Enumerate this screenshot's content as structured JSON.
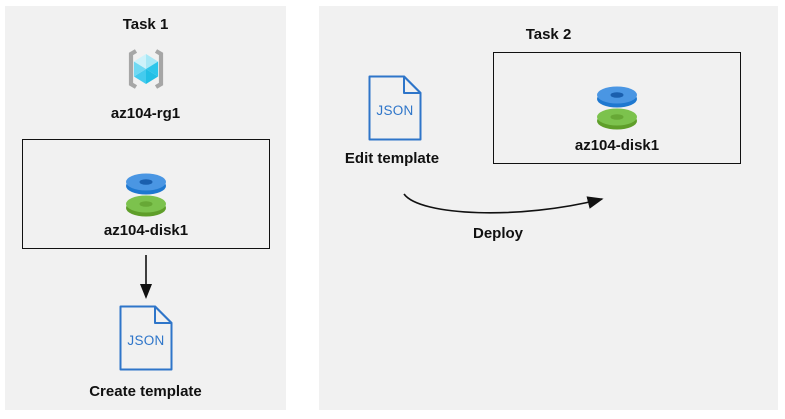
{
  "colors": {
    "panel_bg": "#f1f1f1",
    "ink": "#111111",
    "json_blue": "#2e75c9",
    "bracket_gray": "#a6a6a6",
    "cube_f1": "#cef2fa",
    "cube_f2": "#a8e8f6",
    "cube_f3": "#2cc6eb",
    "cube_f4": "#22bfe5",
    "cube_f5": "#44cbee",
    "cube_f6": "#6fd9f3",
    "disk_blue_top": "#4a96e3",
    "disk_blue_side": "#1e78d0",
    "disk_blue_hole": "#1a5fae",
    "disk_green_top": "#7cc24d",
    "disk_green_side": "#5f9e2a",
    "disk_green_hole": "#67a836"
  },
  "task1": {
    "title": "Task 1",
    "resource_group_label": "az104-rg1",
    "disk_label": "az104-disk1",
    "json_icon_text": "JSON",
    "action_label": "Create template"
  },
  "task2": {
    "title": "Task 2",
    "json_icon_text": "JSON",
    "edit_label": "Edit template",
    "disk_label": "az104-disk1",
    "deploy_label": "Deploy"
  }
}
